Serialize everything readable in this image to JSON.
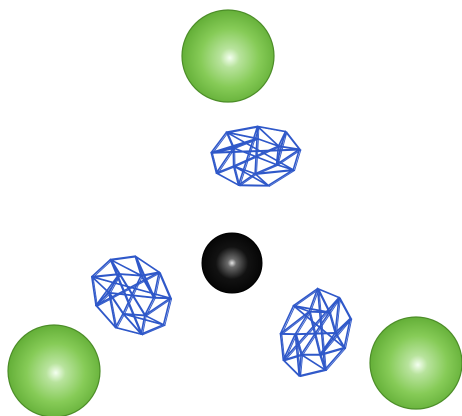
{
  "scene": {
    "background": "#ffffff",
    "atoms": [
      {
        "name": "green-atom-top",
        "kind": "sphere",
        "color": "#7cc44a",
        "highlight": "#e9f7df",
        "edge": "#4c8d28"
      },
      {
        "name": "green-atom-bottom-left",
        "kind": "sphere",
        "color": "#7cc44a",
        "highlight": "#e9f7df",
        "edge": "#4c8d28"
      },
      {
        "name": "green-atom-bottom-right",
        "kind": "sphere",
        "color": "#7cc44a",
        "highlight": "#e9f7df",
        "edge": "#4c8d28"
      },
      {
        "name": "black-atom-center",
        "kind": "sphere",
        "color": "#0b0b0b",
        "highlight": "#d9d9d9",
        "edge": "#000000"
      }
    ],
    "density_meshes": [
      {
        "name": "mesh-top",
        "style": "wireframe",
        "color": "#2f58c9"
      },
      {
        "name": "mesh-left",
        "style": "wireframe",
        "color": "#2f58c9"
      },
      {
        "name": "mesh-right",
        "style": "wireframe",
        "color": "#2f58c9"
      }
    ]
  }
}
